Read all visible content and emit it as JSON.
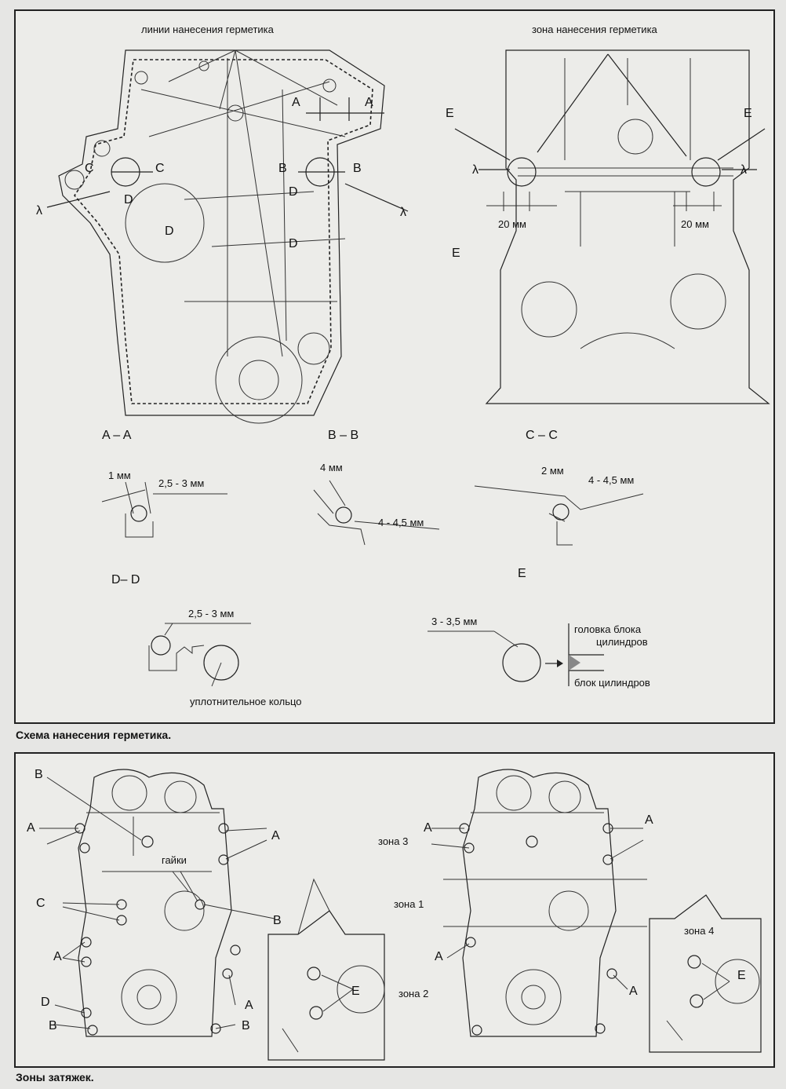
{
  "sealant": {
    "lines_label": "линии нанесения герметика",
    "zone_label": "зона нанесения герметика",
    "letters": {
      "A": "A",
      "B": "B",
      "C": "C",
      "D": "D",
      "E": "E",
      "lambda": "λ"
    },
    "dim_20": "20 мм",
    "sections": {
      "aa": {
        "title": "A – A",
        "d1": "1 мм",
        "d2": "2,5 - 3 мм"
      },
      "bb": {
        "title": "B – B",
        "d1": "4 мм",
        "d2": "4 - 4,5 мм"
      },
      "cc": {
        "title": "C – C",
        "d1": "2 мм",
        "d2": "4 - 4,5 мм"
      },
      "dd": {
        "title": "D– D",
        "d1": "2,5 - 3 мм",
        "ring": "уплотнительное кольцо"
      },
      "e": {
        "title": "E",
        "d1": "3 - 3,5 мм",
        "head": "головка блока",
        "head2": "цилиндров",
        "block": "блок цилиндров"
      }
    },
    "caption": "Схема нанесения герметика."
  },
  "tightening": {
    "nuts": "гайки",
    "zones": {
      "z1": "зона 1",
      "z2": "зона 2",
      "z3": "зона 3",
      "z4": "зона 4"
    },
    "caption": "Зоны затяжек."
  }
}
